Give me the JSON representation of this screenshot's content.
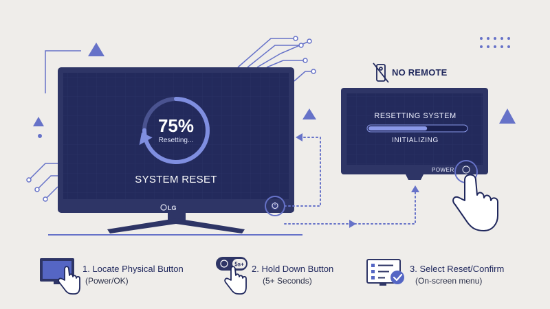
{
  "main_tv": {
    "progress_percent": 75,
    "progress_label": "75%",
    "progress_status": "Resetting...",
    "screen_title": "SYSTEM RESET",
    "brand": "LG"
  },
  "remote_badge": {
    "label": "NO REMOTE",
    "icon": "no-remote-icon"
  },
  "secondary_tv": {
    "title": "RESETTING SYSTEM",
    "status": "INITIALIZING",
    "progress_percent": 60,
    "power_label": "POWER"
  },
  "steps": [
    {
      "title": "1. Locate Physical Button",
      "subtitle": "(Power/OK)",
      "icon": "tv-touch-icon"
    },
    {
      "title": "2. Hold Down Button",
      "subtitle": "(5+ Seconds)",
      "icon": "hold-button-icon",
      "badge": "5s+"
    },
    {
      "title": "3. Select Reset/Confirm",
      "subtitle": "(On-screen menu)",
      "icon": "checklist-confirm-icon"
    }
  ],
  "colors": {
    "background": "#efedea",
    "navy": "#2e3566",
    "screen": "#232a5c",
    "accent": "#6672c8",
    "ink": "#1f275c"
  }
}
